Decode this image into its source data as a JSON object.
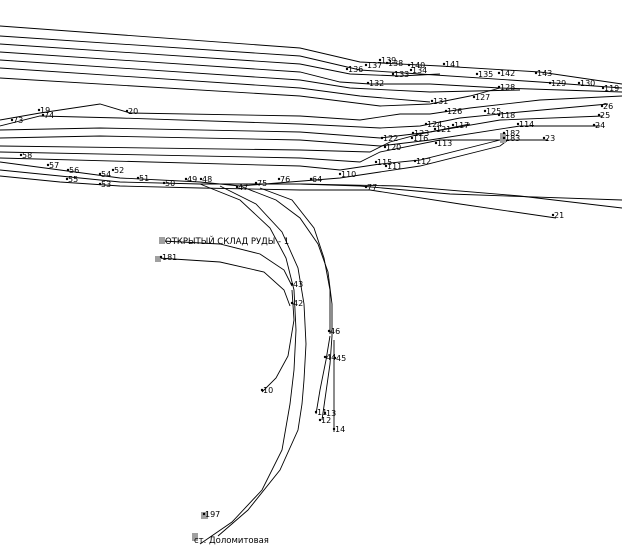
{
  "diagram": {
    "stations": [
      {
        "id": "open-ore-warehouse",
        "label": "ОТКРЫТЫЙ СКЛАД РУДЫ - 1"
      },
      {
        "id": "dolomite-station",
        "label": "ст. Доломитовая"
      }
    ],
    "points": [
      {
        "label": "139"
      },
      {
        "label": "137"
      },
      {
        "label": "138"
      },
      {
        "label": "140"
      },
      {
        "label": "136"
      },
      {
        "label": "133"
      },
      {
        "label": "134"
      },
      {
        "label": "141"
      },
      {
        "label": "135"
      },
      {
        "label": "142"
      },
      {
        "label": "143"
      },
      {
        "label": "132"
      },
      {
        "label": "129"
      },
      {
        "label": "130"
      },
      {
        "label": "119"
      },
      {
        "label": "128"
      },
      {
        "label": "127"
      },
      {
        "label": "131"
      },
      {
        "label": "126"
      },
      {
        "label": "125"
      },
      {
        "label": "118"
      },
      {
        "label": "26"
      },
      {
        "label": "25"
      },
      {
        "label": "24"
      },
      {
        "label": "114"
      },
      {
        "label": "124"
      },
      {
        "label": "117"
      },
      {
        "label": "121"
      },
      {
        "label": "123"
      },
      {
        "label": "116"
      },
      {
        "label": "122"
      },
      {
        "label": "182"
      },
      {
        "label": "183"
      },
      {
        "label": "23"
      },
      {
        "label": "113"
      },
      {
        "label": "120"
      },
      {
        "label": "112"
      },
      {
        "label": "115"
      },
      {
        "label": "111"
      },
      {
        "label": "110"
      },
      {
        "label": "19"
      },
      {
        "label": "74"
      },
      {
        "label": "73"
      },
      {
        "label": "20"
      },
      {
        "label": "58"
      },
      {
        "label": "57"
      },
      {
        "label": "56"
      },
      {
        "label": "55"
      },
      {
        "label": "54"
      },
      {
        "label": "53"
      },
      {
        "label": "52"
      },
      {
        "label": "51"
      },
      {
        "label": "50"
      },
      {
        "label": "49"
      },
      {
        "label": "48"
      },
      {
        "label": "47"
      },
      {
        "label": "75"
      },
      {
        "label": "76"
      },
      {
        "label": "64"
      },
      {
        "label": "77"
      },
      {
        "label": "21"
      },
      {
        "label": "181"
      },
      {
        "label": "43"
      },
      {
        "label": "42"
      },
      {
        "label": "46"
      },
      {
        "label": "44"
      },
      {
        "label": "45"
      },
      {
        "label": "10"
      },
      {
        "label": "11"
      },
      {
        "label": "13"
      },
      {
        "label": "12"
      },
      {
        "label": "14"
      },
      {
        "label": "197"
      }
    ]
  }
}
